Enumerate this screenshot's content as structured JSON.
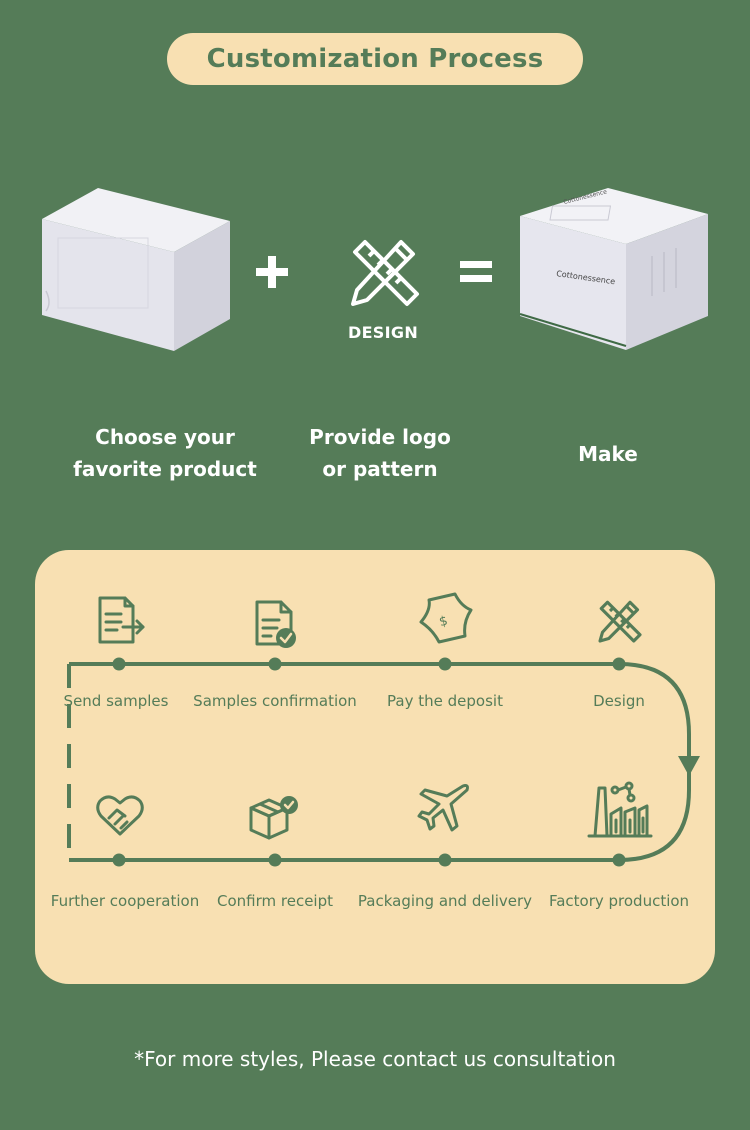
{
  "header": {
    "title": "Customization Process"
  },
  "formula": {
    "plus": "+",
    "equals": "=",
    "design_label": "DESIGN",
    "box_brand": "Cottonessence",
    "captions": [
      {
        "line1": "Choose your",
        "line2": "favorite product"
      },
      {
        "line1": "Provide logo",
        "line2": "or pattern"
      },
      {
        "line1": "Make",
        "line2": ""
      }
    ]
  },
  "process": {
    "row1": [
      {
        "label": "Send samples",
        "icon": "document-send-icon"
      },
      {
        "label": "Samples confirmation",
        "icon": "document-check-icon"
      },
      {
        "label": "Pay the deposit",
        "icon": "money-bill-icon"
      },
      {
        "label": "Design",
        "icon": "pencil-ruler-icon"
      }
    ],
    "row2": [
      {
        "label": "Further cooperation",
        "icon": "handshake-heart-icon"
      },
      {
        "label": "Confirm receipt",
        "icon": "box-check-icon"
      },
      {
        "label": "Packaging and delivery",
        "icon": "airplane-icon"
      },
      {
        "label": "Factory production",
        "icon": "factory-icon"
      }
    ]
  },
  "footer": {
    "note": "*For more styles, Please contact us consultation"
  },
  "colors": {
    "background": "#557c58",
    "accent": "#f8e0b2",
    "ink": "#557c58"
  }
}
